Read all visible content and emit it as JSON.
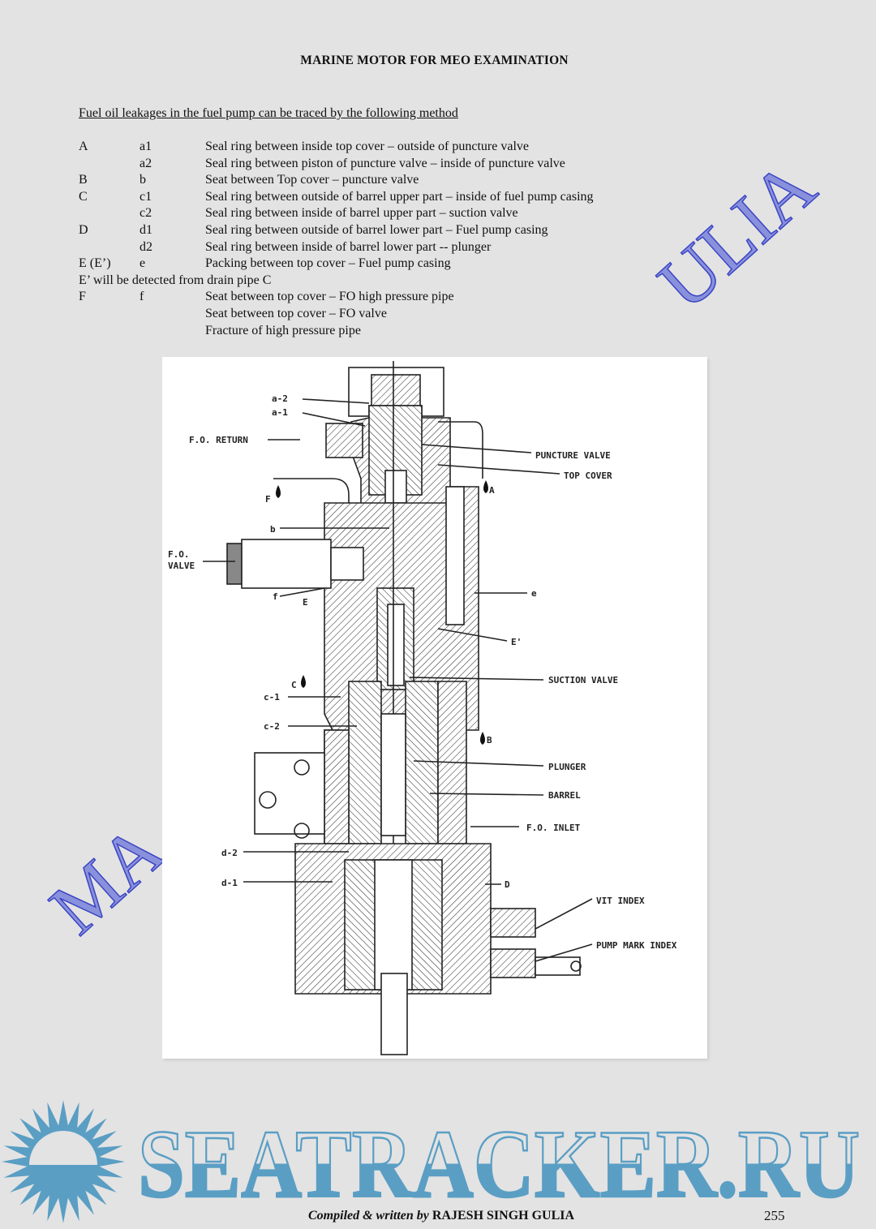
{
  "header": {
    "title": "MARINE MOTOR FOR MEO EXAMINATION"
  },
  "intro": "Fuel oil leakages in the fuel pump can be traced by the following method",
  "rows": [
    {
      "point": "A",
      "code": "a1",
      "desc": "Seal ring between inside top cover – outside of puncture valve"
    },
    {
      "point": "",
      "code": "a2",
      "desc": "Seal ring between piston of puncture valve – inside of puncture valve"
    },
    {
      "point": "B",
      "code": "b",
      "desc": "Seat between Top cover – puncture valve"
    },
    {
      "point": "C",
      "code": "c1",
      "desc": "Seal ring between outside of barrel upper part – inside of fuel pump casing"
    },
    {
      "point": "",
      "code": "c2",
      "desc": "Seal ring between inside of barrel upper part – suction valve"
    },
    {
      "point": "D",
      "code": "d1",
      "desc": "Seal ring between outside of barrel lower part – Fuel pump casing"
    },
    {
      "point": "",
      "code": "d2",
      "desc": "Seal ring between inside of barrel lower part -- plunger"
    },
    {
      "point": "E (E’)",
      "code": "e",
      "desc": "Packing between top cover – Fuel pump casing"
    },
    {
      "point": "E’ will be detected from drain pipe C",
      "code": "",
      "desc": ""
    },
    {
      "point": "F",
      "code": "f",
      "desc": "Seat between top cover – FO high pressure pipe"
    },
    {
      "point": "",
      "code": "",
      "desc": "Seat between top cover – FO valve"
    },
    {
      "point": "",
      "code": "",
      "desc": "Fracture of high pressure pipe"
    }
  ],
  "diagram": {
    "labels": {
      "a2": "a-2",
      "a1": "a-1",
      "fo_return": "F.O. RETURN",
      "puncture_valve": "PUNCTURE VALVE",
      "top_cover": "TOP COVER",
      "A": "A",
      "F": "F",
      "b": "b",
      "fo_valve_1": "F.O.",
      "fo_valve_2": "VALVE",
      "f": "f",
      "E": "E",
      "e": "e",
      "E_prime": "E'",
      "C": "C",
      "c1": "c-1",
      "suction_valve": "SUCTION VALVE",
      "B": "B",
      "c2": "c-2",
      "plunger": "PLUNGER",
      "barrel": "BARREL",
      "fo_inlet": "F.O. INLET",
      "d2": "d-2",
      "d1": "d-1",
      "D": "D",
      "vit_index": "VIT INDEX",
      "pump_mark_index": "PUMP MARK INDEX"
    }
  },
  "watermark": {
    "left_fragment": "MA",
    "right_fragment": "ULIA",
    "color": "#3b45c4"
  },
  "logo": {
    "text": "SEATRACKER.RU",
    "color": "#5a9ec4"
  },
  "footer": {
    "compiled": "Compiled & written by",
    "author": "RAJESH SINGH GULIA",
    "page": "255"
  }
}
